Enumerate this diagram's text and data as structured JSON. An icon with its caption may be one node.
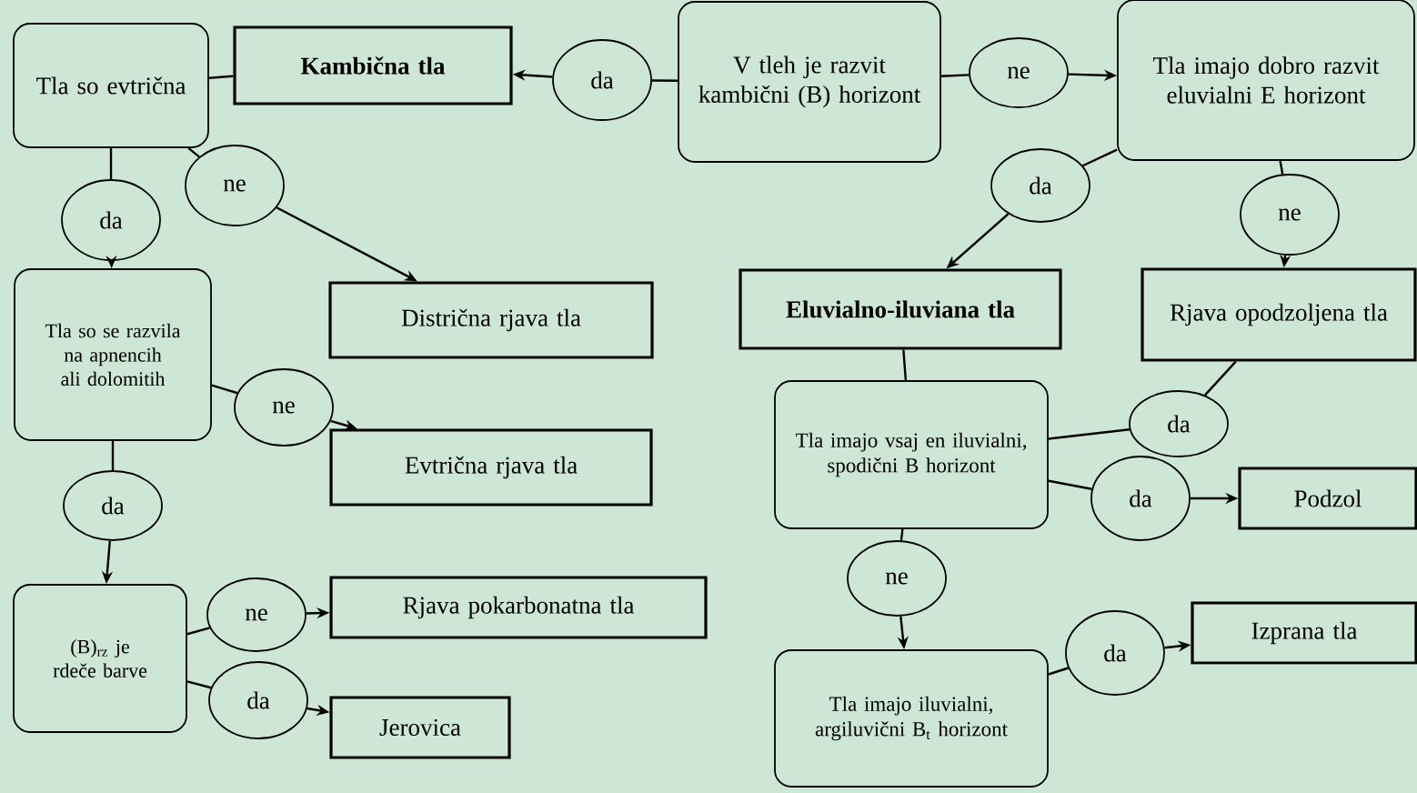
{
  "diagram": {
    "nodes": [
      {
        "text": [
          "V tleh je razvit kambični (B) horizont"
        ]
      },
      {
        "text": [
          "da"
        ]
      },
      {
        "text": [
          "Kambična tla"
        ]
      },
      {
        "text": [
          "Tla so evtrična"
        ]
      },
      {
        "text": [
          "da"
        ]
      },
      {
        "text": [
          "ne"
        ]
      },
      {
        "text": [
          "Distrična rjava tla"
        ]
      },
      {
        "text": [
          "Tla so se razvila na apnencih ali dolomitih"
        ]
      },
      {
        "text": [
          "ne"
        ]
      },
      {
        "text": [
          "Evtrična rjava tla"
        ]
      },
      {
        "text": [
          "da"
        ]
      },
      {
        "text": [
          "(B)$_{rz}$ je rdeče barve"
        ]
      },
      {
        "text": [
          "ne"
        ]
      },
      {
        "text": [
          "Rjava pokarbonatna tla"
        ]
      },
      {
        "text": [
          "da"
        ]
      },
      {
        "text": [
          "Jerovica"
        ]
      },
      {
        "text": [
          "ne"
        ]
      },
      {
        "text": [
          "Tla imajo dobro razvit eluvialni E horizont"
        ]
      },
      {
        "text": [
          "da"
        ]
      },
      {
        "text": [
          "ne"
        ]
      },
      {
        "text": [
          "Eluvialno-iluviana tla"
        ]
      },
      {
        "text": [
          "Rjava opodzoljena tla"
        ]
      },
      {
        "text": [
          "Tla imajo vsaj en iluvialni, spodični B horizont"
        ]
      },
      {
        "text": [
          "da"
        ]
      },
      {
        "text": [
          "da"
        ]
      },
      {
        "text": [
          "Podzol"
        ]
      },
      {
        "text": [
          "ne"
        ]
      },
      {
        "text": [
          "Tla imajo iluvialni, argiluvični B$_{t}$ horizont"
        ]
      },
      {
        "text": [
          "da"
        ]
      },
      {
        "text": [
          "Izprana tla"
        ]
      }
    ],
    "edges": [
      {
        "from": 0,
        "to": 1,
        "arrow": "none"
      },
      {
        "from": 1,
        "to": 2,
        "arrow": "to"
      },
      {
        "from": 2,
        "to": 3,
        "arrow": "none"
      },
      {
        "from": 3,
        "to": 4,
        "arrow": "none"
      },
      {
        "from": 4,
        "to": 7,
        "arrow": "to"
      },
      {
        "from": 3,
        "to": 5,
        "arrow": "none"
      },
      {
        "from": 5,
        "to": 6,
        "arrow": "to"
      },
      {
        "from": 7,
        "to": 8,
        "arrow": "none"
      },
      {
        "from": 8,
        "to": 9,
        "arrow": "to"
      },
      {
        "from": 7,
        "to": 10,
        "arrow": "none"
      },
      {
        "from": 10,
        "to": 11,
        "arrow": "to"
      },
      {
        "from": 11,
        "to": 12,
        "arrow": "none"
      },
      {
        "from": 12,
        "to": 13,
        "arrow": "to"
      },
      {
        "from": 11,
        "to": 14,
        "arrow": "none"
      },
      {
        "from": 14,
        "to": 15,
        "arrow": "to"
      },
      {
        "from": 0,
        "to": 16,
        "arrow": "none"
      },
      {
        "from": 16,
        "to": 17,
        "arrow": "to"
      },
      {
        "from": 17,
        "to": 18,
        "arrow": "none"
      },
      {
        "from": 18,
        "to": 20,
        "arrow": "to"
      },
      {
        "from": 17,
        "to": 19,
        "arrow": "none"
      },
      {
        "from": 19,
        "to": 21,
        "arrow": "to"
      },
      {
        "from": 20,
        "to": 22,
        "arrow": "none"
      },
      {
        "from": 22,
        "to": 23,
        "arrow": "none"
      },
      {
        "from": 23,
        "to": 21,
        "arrow": "none"
      },
      {
        "from": 22,
        "to": 24,
        "arrow": "none"
      },
      {
        "from": 24,
        "to": 25,
        "arrow": "to"
      },
      {
        "from": 22,
        "to": 26,
        "arrow": "none"
      },
      {
        "from": 26,
        "to": 27,
        "arrow": "to"
      },
      {
        "from": 27,
        "to": 28,
        "arrow": "none"
      },
      {
        "from": 28,
        "to": 29,
        "arrow": "to"
      }
    ]
  }
}
